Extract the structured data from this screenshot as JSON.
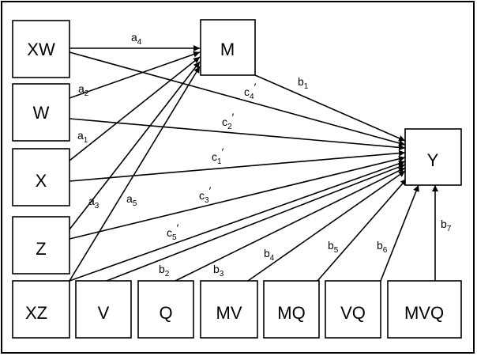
{
  "nodes": {
    "XW": "XW",
    "W": "W",
    "X": "X",
    "Z": "Z",
    "XZ": "XZ",
    "V": "V",
    "Q": "Q",
    "MV": "MV",
    "MQ": "MQ",
    "VQ": "VQ",
    "MVQ": "MVQ",
    "M": "M",
    "Y": "Y"
  },
  "edge_labels": {
    "a4": {
      "base": "a",
      "sub": "4",
      "prime": ""
    },
    "a2": {
      "base": "a",
      "sub": "2",
      "prime": ""
    },
    "a1": {
      "base": "a",
      "sub": "1",
      "prime": ""
    },
    "a3": {
      "base": "a",
      "sub": "3",
      "prime": ""
    },
    "a5": {
      "base": "a",
      "sub": "5",
      "prime": ""
    },
    "b1": {
      "base": "b",
      "sub": "1",
      "prime": ""
    },
    "b2": {
      "base": "b",
      "sub": "2",
      "prime": ""
    },
    "b3": {
      "base": "b",
      "sub": "3",
      "prime": ""
    },
    "b4": {
      "base": "b",
      "sub": "4",
      "prime": ""
    },
    "b5": {
      "base": "b",
      "sub": "5",
      "prime": ""
    },
    "b6": {
      "base": "b",
      "sub": "6",
      "prime": ""
    },
    "b7": {
      "base": "b",
      "sub": "7",
      "prime": ""
    },
    "c4": {
      "base": "c",
      "sub": "4",
      "prime": "′"
    },
    "c2": {
      "base": "c",
      "sub": "2",
      "prime": "′"
    },
    "c1": {
      "base": "c",
      "sub": "1",
      "prime": "′"
    },
    "c3": {
      "base": "c",
      "sub": "3",
      "prime": "′"
    },
    "c5": {
      "base": "c",
      "sub": "5",
      "prime": "′"
    }
  }
}
